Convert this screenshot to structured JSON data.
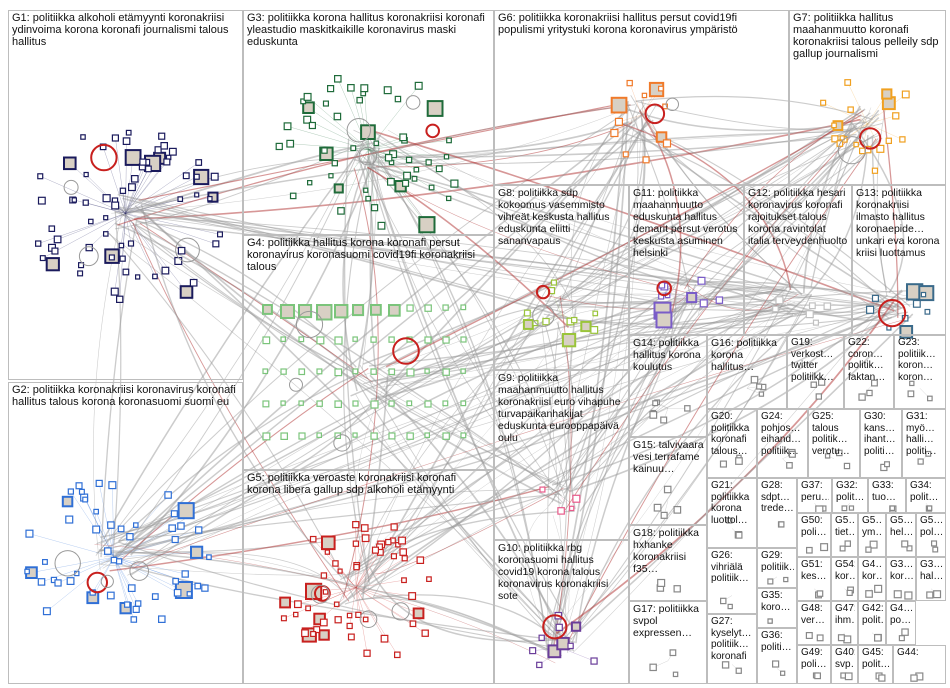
{
  "graph": {
    "background": "#ffffff",
    "groups": [
      {
        "id": "G1",
        "label": "G1: politiikka alkoholi etämyynti koronakriisi ydinvoima korona koronafi journalismi talous hallitus",
        "color": "#1a1a5c",
        "nodes": 70
      },
      {
        "id": "G2",
        "label": "G2: politiikka koronakriisi koronavirus koronafi hallitus talous korona koronasuomi suomi eu",
        "color": "#2f6fd6",
        "nodes": 55
      },
      {
        "id": "G3",
        "label": "G3: politiikka korona hallitus koronakriisi koronafi yleastudio maskitkaikille koronavirus maski eduskunta",
        "color": "#1f6b3a",
        "nodes": 55
      },
      {
        "id": "G4",
        "label": "G4: politiikka hallitus korona koronafi persut koronavirus koronasuomi covid19fi koronakriisi talous",
        "color": "#7bc47b",
        "nodes": 60
      },
      {
        "id": "G5",
        "label": "G5: politiikka veroaste koronakriisi koronafi korona libera gallup sdp alkoholi etämyynti",
        "color": "#c8201e",
        "nodes": 55
      },
      {
        "id": "G6",
        "label": "G6: politiikka koronakriisi hallitus persut covid19fi populismi yritystuki korona koronavirus ympäristö",
        "color": "#f07a2a",
        "nodes": 12
      },
      {
        "id": "G7",
        "label": "G7: politiikka hallitus maahanmuutto koronafi koronakriisi talous pelleily sdp gallup journalismi",
        "color": "#f0a020",
        "nodes": 20
      },
      {
        "id": "G8",
        "label": "G8: politiikka sdp kokoomus vasemmisto vihreät keskusta hallitus eduskunta eliitti sananvapaus",
        "color": "#9ac43a",
        "nodes": 12
      },
      {
        "id": "G9",
        "label": "G9: politiikka maahanmuutto hallitus koronakriisi euro vihapuhe turvapaikanhakijat eduskunta eurooppapäivä oulu",
        "color": "#e85a8a",
        "nodes": 4
      },
      {
        "id": "G10",
        "label": "G10: politiikka rbg koronasuomi hallitus covid19 korona talous koronavirus koronakriisi sote",
        "color": "#6a3d9a",
        "nodes": 10
      },
      {
        "id": "G11",
        "label": "G11: politiikka maahanmuutto eduskunta hallitus demarit persut verotus keskusta asuminen helsinki",
        "color": "#7a5cc8",
        "nodes": 10
      },
      {
        "id": "G12",
        "label": "G12: politiikka hesari koronavirus koronafi rajoitukset talous korona ravintolat italia terveydenhuolto",
        "color": "#c0c0c0",
        "nodes": 6
      },
      {
        "id": "G13",
        "label": "G13: politiikka koronakriisi ilmasto hallitus koronaepide… unkari eva korona kriisi luottamus",
        "color": "#3a6a8a",
        "nodes": 10
      },
      {
        "id": "G14",
        "label": "G14: politiikka hallitus korona koulutus",
        "color": "#888888",
        "nodes": 6
      },
      {
        "id": "G15",
        "label": "G15: talvivaara vesi terrafame kainuu…",
        "color": "#888888",
        "nodes": 4
      },
      {
        "id": "G16",
        "label": "G16: politiikka korona hallitus…",
        "color": "#888888",
        "nodes": 4
      },
      {
        "id": "G17",
        "label": "G17: politiikka svpol expressen…",
        "color": "#888888",
        "nodes": 3
      },
      {
        "id": "G18",
        "label": "G18: politiikka hxhanke koronakriisi f35…",
        "color": "#888888",
        "nodes": 3
      },
      {
        "id": "G19",
        "label": "G19: verkost… twitter politiikk…",
        "color": "#888888",
        "nodes": 3
      },
      {
        "id": "G20",
        "label": "G20: politiikka koronafi talous…",
        "color": "#888888",
        "nodes": 3
      },
      {
        "id": "G21",
        "label": "G21: politiikka korona luottol…",
        "color": "#888888",
        "nodes": 3
      },
      {
        "id": "G22",
        "label": "G22: coron… politik… faktan…",
        "color": "#888888",
        "nodes": 3
      },
      {
        "id": "G23",
        "label": "G23: politiik… koron… koron…",
        "color": "#888888",
        "nodes": 3
      },
      {
        "id": "G24",
        "label": "G24: pohjos… eihand… politiik…",
        "color": "#888888",
        "nodes": 3
      },
      {
        "id": "G25",
        "label": "G25: talous politik… verotu…",
        "color": "#888888",
        "nodes": 3
      },
      {
        "id": "G26",
        "label": "G26: vihriälä politiik…",
        "color": "#888888",
        "nodes": 2
      },
      {
        "id": "G27",
        "label": "G27: kyselyt… politiik… koronafi",
        "color": "#888888",
        "nodes": 2
      },
      {
        "id": "G28",
        "label": "G28: sdpt… trede…",
        "color": "#888888",
        "nodes": 2
      },
      {
        "id": "G29",
        "label": "G29: politiik…",
        "color": "#888888",
        "nodes": 2
      },
      {
        "id": "G30",
        "label": "G30: kans… ihant… politi…",
        "color": "#888888",
        "nodes": 2
      },
      {
        "id": "G31",
        "label": "G31: myö… halli… politi…",
        "color": "#888888",
        "nodes": 2
      },
      {
        "id": "G32",
        "label": "G32: polit…",
        "color": "#888888",
        "nodes": 2
      },
      {
        "id": "G33",
        "label": "G33: tuo…",
        "color": "#888888",
        "nodes": 2
      },
      {
        "id": "G34",
        "label": "G34: polit…",
        "color": "#888888",
        "nodes": 2
      },
      {
        "id": "G35",
        "label": "G35: koro…",
        "color": "#888888",
        "nodes": 2
      },
      {
        "id": "G36",
        "label": "G36: politi…",
        "color": "#888888",
        "nodes": 2
      },
      {
        "id": "G37",
        "label": "G37: peru…",
        "color": "#888888",
        "nodes": 2
      },
      {
        "id": "G38",
        "label": "G3… kor…",
        "color": "#888888",
        "nodes": 2
      },
      {
        "id": "G39",
        "label": "G3… hal…",
        "color": "#888888",
        "nodes": 2
      },
      {
        "id": "G40",
        "label": "G40: svp…",
        "color": "#888888",
        "nodes": 2
      },
      {
        "id": "G41",
        "label": "G4… kor…",
        "color": "#888888",
        "nodes": 2
      },
      {
        "id": "G42",
        "label": "G42: polit…",
        "color": "#888888",
        "nodes": 2
      },
      {
        "id": "G43",
        "label": "G4… po…",
        "color": "#888888",
        "nodes": 2
      },
      {
        "id": "G44",
        "label": "G44:",
        "color": "#888888",
        "nodes": 2
      },
      {
        "id": "G45",
        "label": "G45: polit…",
        "color": "#888888",
        "nodes": 2
      },
      {
        "id": "G46",
        "label": "G5… hel…",
        "color": "#888888",
        "nodes": 2
      },
      {
        "id": "G47",
        "label": "G47: ihm…",
        "color": "#888888",
        "nodes": 2
      },
      {
        "id": "G48",
        "label": "G48: ver…",
        "color": "#888888",
        "nodes": 2
      },
      {
        "id": "G49",
        "label": "G49: poli…",
        "color": "#888888",
        "nodes": 2
      },
      {
        "id": "G50",
        "label": "G50: poli…",
        "color": "#888888",
        "nodes": 2
      },
      {
        "id": "G51",
        "label": "G51: kes…",
        "color": "#888888",
        "nodes": 2
      },
      {
        "id": "G52",
        "label": "G5… tiet…",
        "color": "#888888",
        "nodes": 2
      },
      {
        "id": "G53",
        "label": "G5… ym…",
        "color": "#888888",
        "nodes": 2
      },
      {
        "id": "G54",
        "label": "G54: kor…",
        "color": "#888888",
        "nodes": 2
      },
      {
        "id": "G55",
        "label": "G5… pol…",
        "color": "#888888",
        "nodes": 2
      }
    ]
  }
}
